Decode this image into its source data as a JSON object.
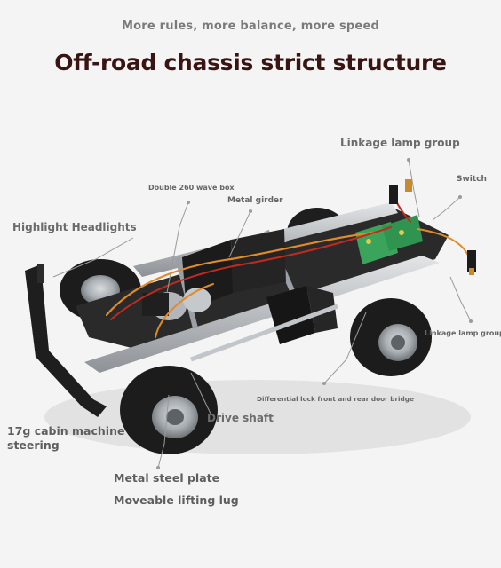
{
  "header": {
    "subtitle": "More rules, more balance, more speed",
    "title": "Off-road chassis strict structure"
  },
  "callouts": {
    "linkage_lamp_group_top": "Linkage lamp group",
    "switch": "Switch",
    "double_260_wave_box": "Double 260 wave box",
    "metal_girder": "Metal girder",
    "highlight_headlights": "Highlight Headlights",
    "linkage_lamp_group_right": "Linkage lamp group",
    "differential_lock": "Differential lock front and rear door bridge",
    "drive_shaft": "Drive shaft",
    "cabin_steering_line1": "17g cabin machine",
    "cabin_steering_line2": "steering",
    "metal_steel_plate": "Metal steel plate",
    "moveable_lifting_lug": "Moveable lifting lug"
  },
  "colors": {
    "background": "#f4f4f4",
    "title": "#3a1313",
    "label": "#6b6b6b",
    "tire": "#1c1c1c",
    "rim": "#9ea3a8",
    "frame": "#b9bcc0",
    "board": "#3aa55a",
    "wire_orange": "#e08a2a",
    "wire_red": "#c22a20"
  }
}
